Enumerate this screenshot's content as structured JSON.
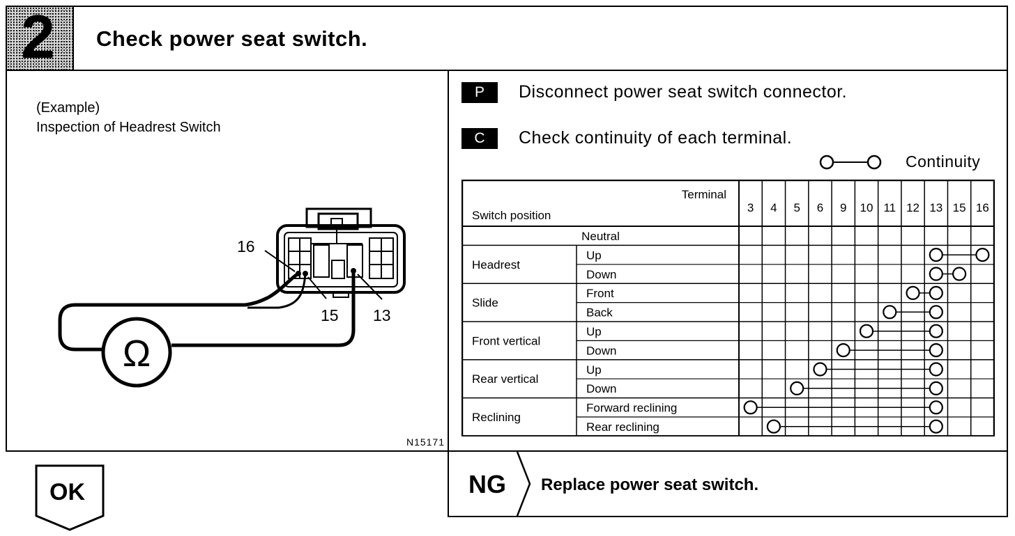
{
  "header": {
    "step_number": "2",
    "title": "Check power seat switch."
  },
  "left": {
    "example_label": "(Example)",
    "example_desc": "Inspection of Headrest Switch",
    "terminal_16": "16",
    "terminal_15": "15",
    "terminal_13": "13",
    "ohm_symbol": "Ω",
    "figure_code": "N15171"
  },
  "right": {
    "p_badge": "P",
    "p_text": "Disconnect power seat switch connector.",
    "c_badge": "C",
    "c_text": "Check continuity of each terminal.",
    "legend_text": "Continuity",
    "icons": {
      "legend": "continuity-symbol-icon"
    }
  },
  "table": {
    "corner_terminal": "Terminal",
    "corner_switch": "Switch position",
    "terminals": [
      "3",
      "4",
      "5",
      "6",
      "9",
      "10",
      "11",
      "12",
      "13",
      "15",
      "16"
    ],
    "neutral_label": "Neutral",
    "groups": [
      {
        "name": "Headrest",
        "rows": [
          {
            "label": "Up",
            "terminals": [
              "13",
              "16"
            ]
          },
          {
            "label": "Down",
            "terminals": [
              "13",
              "15"
            ]
          }
        ]
      },
      {
        "name": "Slide",
        "rows": [
          {
            "label": "Front",
            "terminals": [
              "12",
              "13"
            ]
          },
          {
            "label": "Back",
            "terminals": [
              "11",
              "13"
            ]
          }
        ]
      },
      {
        "name": "Front vertical",
        "rows": [
          {
            "label": "Up",
            "terminals": [
              "10",
              "13"
            ]
          },
          {
            "label": "Down",
            "terminals": [
              "9",
              "13"
            ]
          }
        ]
      },
      {
        "name": "Rear vertical",
        "rows": [
          {
            "label": "Up",
            "terminals": [
              "6",
              "13"
            ]
          },
          {
            "label": "Down",
            "terminals": [
              "5",
              "13"
            ]
          }
        ]
      },
      {
        "name": "Reclining",
        "rows": [
          {
            "label": "Forward reclining",
            "terminals": [
              "3",
              "13"
            ]
          },
          {
            "label": "Rear reclining",
            "terminals": [
              "4",
              "13"
            ]
          }
        ]
      }
    ]
  },
  "bottom": {
    "ok_label": "OK",
    "ng_label": "NG",
    "ng_action": "Replace power seat switch."
  }
}
